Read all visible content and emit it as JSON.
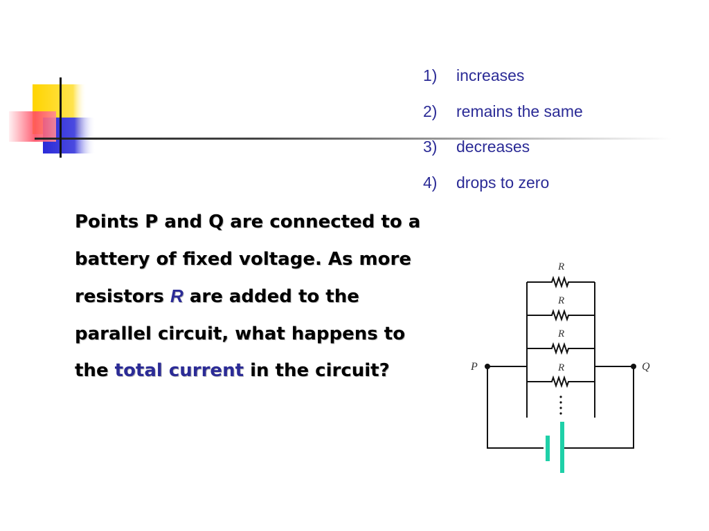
{
  "choices": [
    {
      "number": "1)",
      "text": "increases"
    },
    {
      "number": "2)",
      "text": "remains the same"
    },
    {
      "number": "3)",
      "text": "decreases"
    },
    {
      "number": "4)",
      "text": "drops to zero"
    }
  ],
  "question": {
    "part1": "Points P and Q are connected to a battery of fixed voltage.  As more resistors",
    "resistor_symbol": "R",
    "part2": "are added to the parallel circuit, what happens to the",
    "highlight": "total current",
    "part3": "in the circuit?"
  },
  "circuit": {
    "resistor_label": "R",
    "point_left": "P",
    "point_right": "Q"
  },
  "colors": {
    "accent": "#2b2b96",
    "battery": "#1fd0a8",
    "deco_yellow": "#ffd400",
    "deco_blue": "#2b2bd8",
    "deco_red": "#ff5a6e"
  }
}
